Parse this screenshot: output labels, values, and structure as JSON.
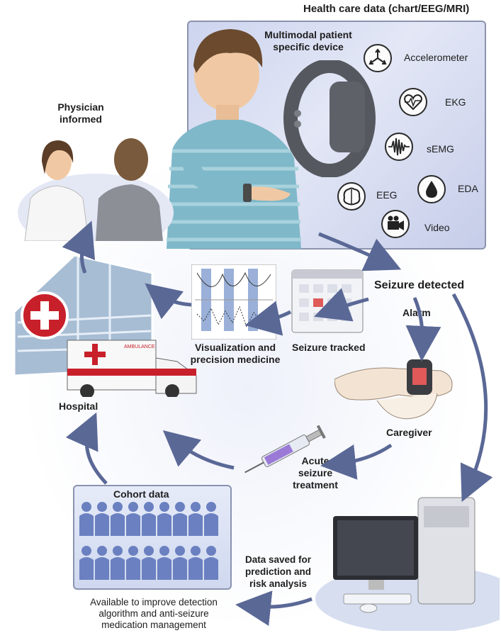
{
  "header": {
    "title": "Health care data (chart/EEG/MRI)"
  },
  "device": {
    "title_line1": "Multimodal patient",
    "title_line2": "specific device",
    "sensors": [
      {
        "label": "Accelerometer",
        "icon": "accelerometer-icon"
      },
      {
        "label": "EKG",
        "icon": "heart-ekg-icon"
      },
      {
        "label": "sEMG",
        "icon": "semg-waveform-icon"
      },
      {
        "label": "EDA",
        "icon": "droplet-icon"
      },
      {
        "label": "EEG",
        "icon": "brain-icon"
      },
      {
        "label": "Video",
        "icon": "video-camera-icon"
      }
    ]
  },
  "physician": {
    "line1": "Physician",
    "line2": "informed"
  },
  "seizure_detected": "Seizure detected",
  "alarm": "Alarm",
  "caregiver": "Caregiver",
  "seizure_tracked": "Seizure tracked",
  "visualization": {
    "line1": "Visualization and",
    "line2": "precision medicine"
  },
  "hospital": {
    "label": "Hospital",
    "ambulance_text": "AMBULANCE"
  },
  "treatment": {
    "line1": "Acute",
    "line2": "seizure",
    "line3": "treatment"
  },
  "cohort": {
    "title": "Cohort data"
  },
  "available": {
    "line1": "Available to improve detection",
    "line2": "algorithm and anti-seizure",
    "line3": "medication management"
  },
  "data_saved": {
    "line1": "Data saved for",
    "line2": "prediction and",
    "line3": "risk analysis"
  },
  "colors": {
    "arrow": "#5a6896",
    "panel": "#cdd4ee",
    "hospital_cross": "#c8202a",
    "people": "#6a80c0",
    "watch": "#e05a5a"
  }
}
